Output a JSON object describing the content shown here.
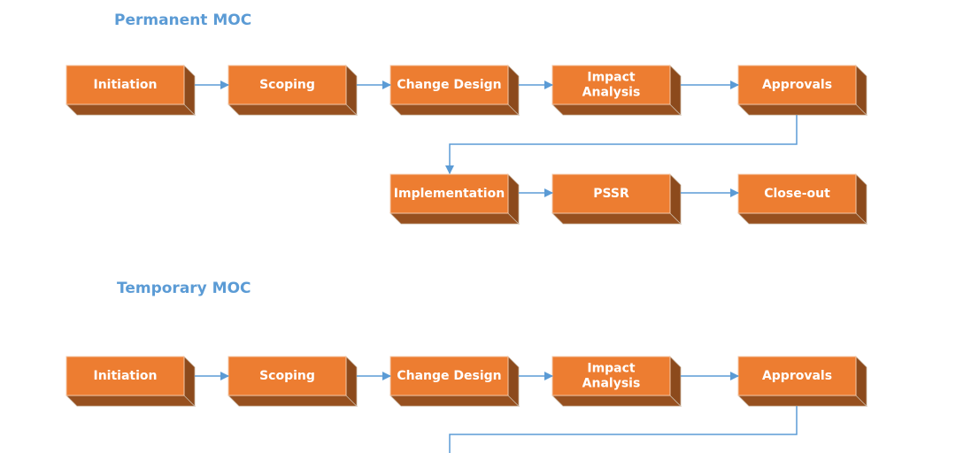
{
  "permanent": {
    "title": "Permanent MOC",
    "steps": [
      "Initiation",
      "Scoping",
      "Change Design",
      "Impact Analysis",
      "Approvals",
      "Implementation",
      "PSSR",
      "Close-out"
    ]
  },
  "temporary": {
    "title": "Temporary MOC",
    "steps": [
      "Initiation",
      "Scoping",
      "Change Design",
      "Impact Analysis",
      "Approvals"
    ]
  },
  "colors": {
    "box": "#ed7d31",
    "box_shadow": "#8c4a1c",
    "arrow": "#5b9bd5",
    "title": "#5b9bd5"
  }
}
